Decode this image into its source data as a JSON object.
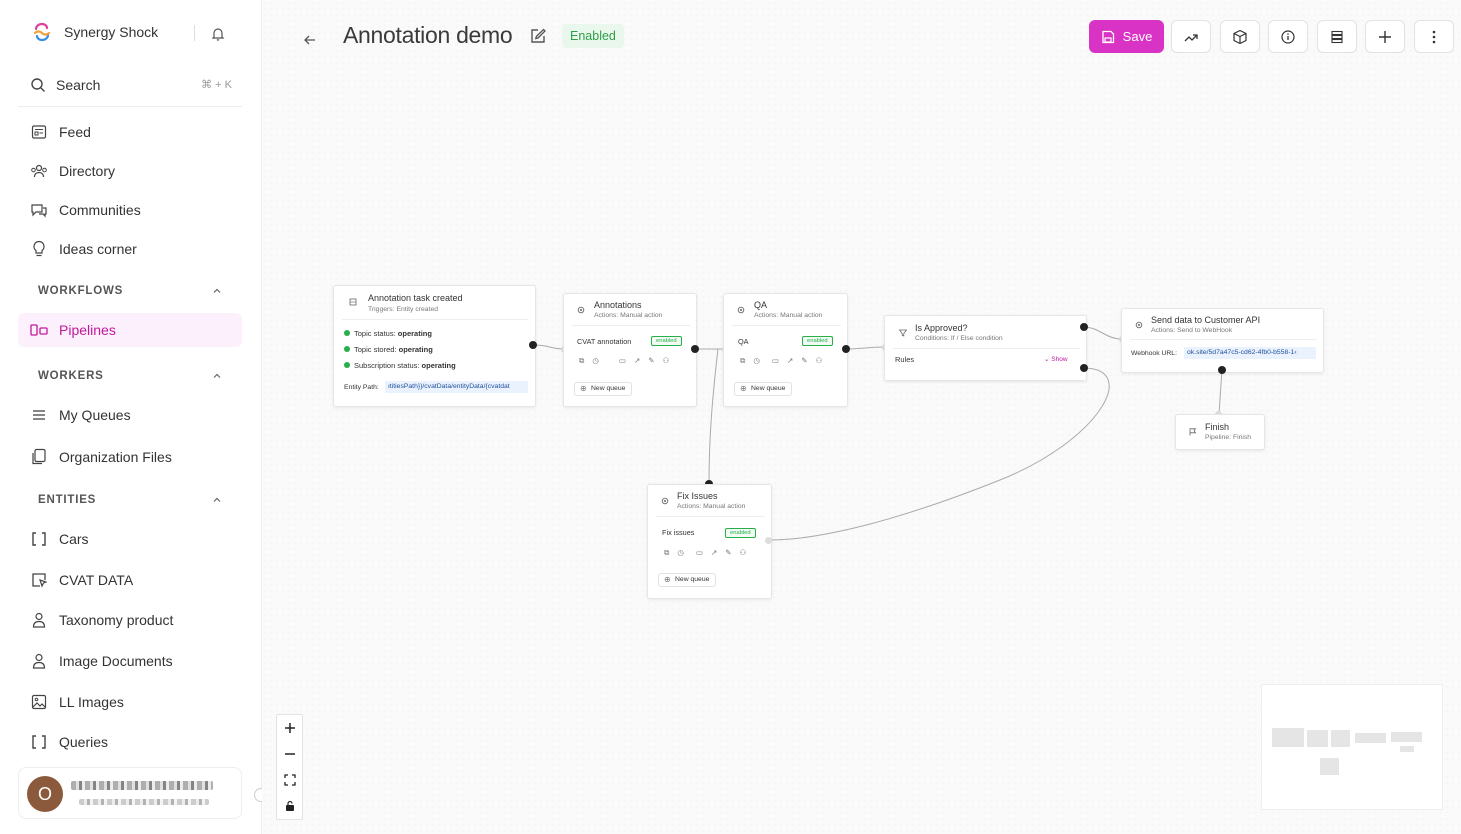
{
  "sidebar": {
    "brand": "Synergy Shock",
    "search_label": "Search",
    "search_shortcut": "⌘ + K",
    "items": [
      {
        "label": "Feed",
        "icon": "feed-icon"
      },
      {
        "label": "Directory",
        "icon": "people-icon"
      },
      {
        "label": "Communities",
        "icon": "chat-icon"
      },
      {
        "label": "Ideas corner",
        "icon": "lightbulb-icon"
      }
    ],
    "sections": {
      "workflows": "WORKFLOWS",
      "workers": "WORKERS",
      "entities": "ENTITIES"
    },
    "workflow_items": [
      {
        "label": "Pipelines",
        "icon": "pipelines-icon",
        "active": true
      }
    ],
    "worker_items": [
      {
        "label": "My Queues",
        "icon": "list-icon"
      },
      {
        "label": "Organization Files",
        "icon": "files-icon"
      }
    ],
    "entity_items": [
      {
        "label": "Cars",
        "icon": "brackets-icon"
      },
      {
        "label": "CVAT DATA",
        "icon": "cursor-box-icon"
      },
      {
        "label": "Taxonomy product",
        "icon": "person-icon"
      },
      {
        "label": "Image Documents",
        "icon": "person-icon"
      },
      {
        "label": "LL Images",
        "icon": "image-icon"
      },
      {
        "label": "Queries",
        "icon": "brackets-icon"
      }
    ],
    "user": {
      "initial": "O"
    }
  },
  "header": {
    "title": "Annotation demo",
    "status": "Enabled",
    "save_label": "Save"
  },
  "nodes": {
    "trigger": {
      "title": "Annotation task created",
      "subtitle": "Triggers: Entity created",
      "rows": [
        {
          "label": "Topic status:",
          "value": "operating"
        },
        {
          "label": "Topic stored:",
          "value": "operating"
        },
        {
          "label": "Subscription status:",
          "value": "operating"
        }
      ],
      "entity_path_label": "Entity Path:",
      "entity_path_value": "ıtitiesPath}}/cvatData/entityData/{cvatdat"
    },
    "annotations": {
      "title": "Annotations",
      "subtitle": "Actions: Manual action",
      "queue_name": "CVAT annotation",
      "queue_badge": "enabled",
      "new_queue": "New queue"
    },
    "qa": {
      "title": "QA",
      "subtitle": "Actions: Manual action",
      "queue_name": "QA",
      "queue_badge": "enabled",
      "new_queue": "New queue"
    },
    "approved": {
      "title": "Is Approved?",
      "subtitle": "Conditions: If / Else condition",
      "rules_label": "Rules",
      "show_label": "Show"
    },
    "send": {
      "title": "Send data to Customer API",
      "subtitle": "Actions: Send to WebHook",
      "webhook_label": "Webhook URL:",
      "webhook_value": "ok.site/5d7a47c5-cd62-4fb0-b558-1‹"
    },
    "finish": {
      "title": "Finish",
      "subtitle": "Pipeline: Finish"
    },
    "fix": {
      "title": "Fix Issues",
      "subtitle": "Actions: Manual action",
      "queue_name": "Fix issues",
      "queue_badge": "enabled",
      "new_queue": "New queue"
    }
  },
  "colors": {
    "accent": "#d933c5",
    "status_green": "#2e9f49",
    "active_nav_bg": "#fbf0fb"
  }
}
